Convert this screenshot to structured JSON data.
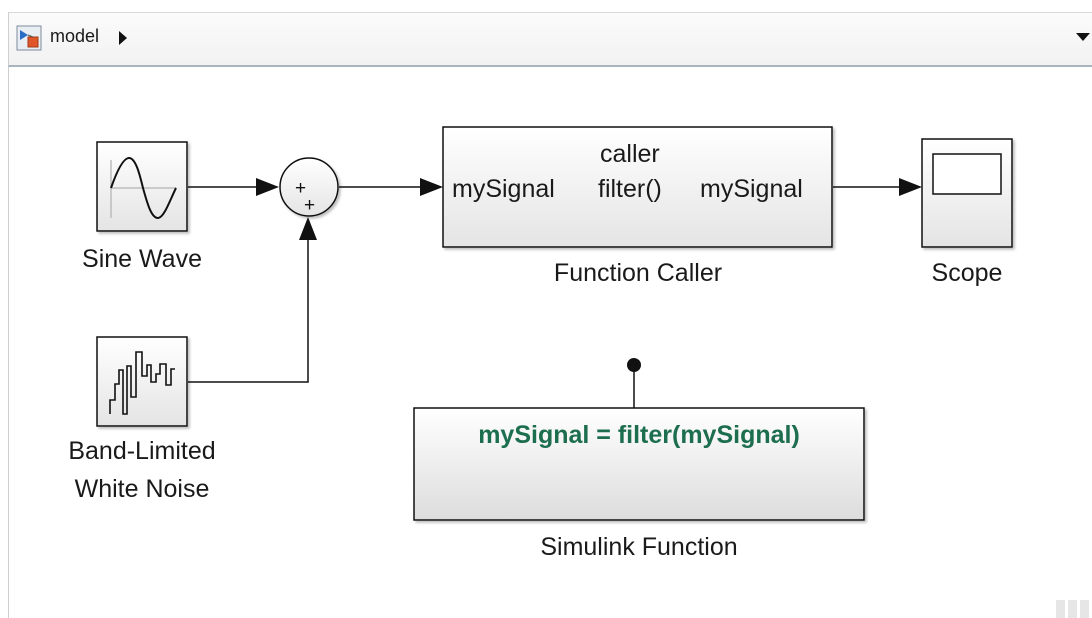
{
  "breadcrumb": {
    "model_name": "model"
  },
  "blocks": {
    "sine_wave": {
      "name": "Sine Wave"
    },
    "noise": {
      "name_line1": "Band-Limited",
      "name_line2": "White Noise"
    },
    "sum": {
      "signs": [
        "+",
        "+"
      ]
    },
    "function_caller": {
      "name": "Function Caller",
      "header": "caller",
      "input_port": "mySignal",
      "function": "filter()",
      "output_port": "mySignal"
    },
    "scope": {
      "name": "Scope"
    },
    "simulink_function": {
      "name": "Simulink Function",
      "signature": "mySignal = filter(mySignal)",
      "signature_color": "#1d6e4e"
    }
  },
  "icons": [
    "simulink-model-icon",
    "breadcrumb-arrow-icon",
    "dropdown-arrow-icon",
    "sine-wave-icon",
    "noise-icon",
    "scope-icon",
    "trigger-port-icon",
    "scrollbar-grip-icon"
  ]
}
